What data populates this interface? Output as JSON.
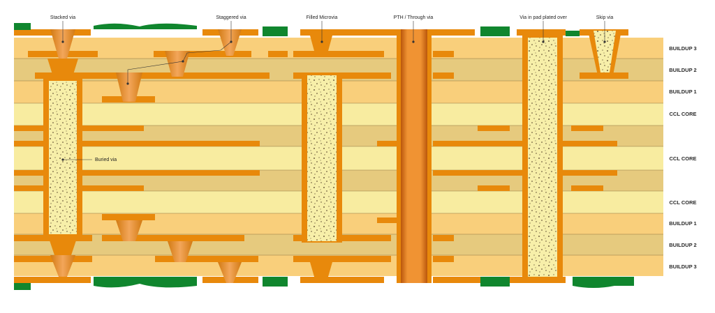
{
  "via_labels": {
    "stacked": "Stacked via",
    "staggered": "Staggered via",
    "filled_microvia": "Filled Microvia",
    "pth": "PTH / Through via",
    "via_in_pad": "Via in pad plated over",
    "skip": "Skip via",
    "buried": "Buried via"
  },
  "layer_labels": [
    "BUILDUP 3",
    "BUILDUP 2",
    "BUILDUP 1",
    "CCL CORE",
    "CCL CORE",
    "CCL CORE",
    "BUILDUP 1",
    "BUILDUP 2",
    "BUILDUP 3"
  ],
  "colors": {
    "copper": "#E8890B",
    "copper_light": "#F29A3A",
    "buildup": "#F9CF7B",
    "buildup_alt": "#E6CA7E",
    "core": "#F8ECA0",
    "fill": "#F7EFA9",
    "solder_mask": "#10862E"
  }
}
